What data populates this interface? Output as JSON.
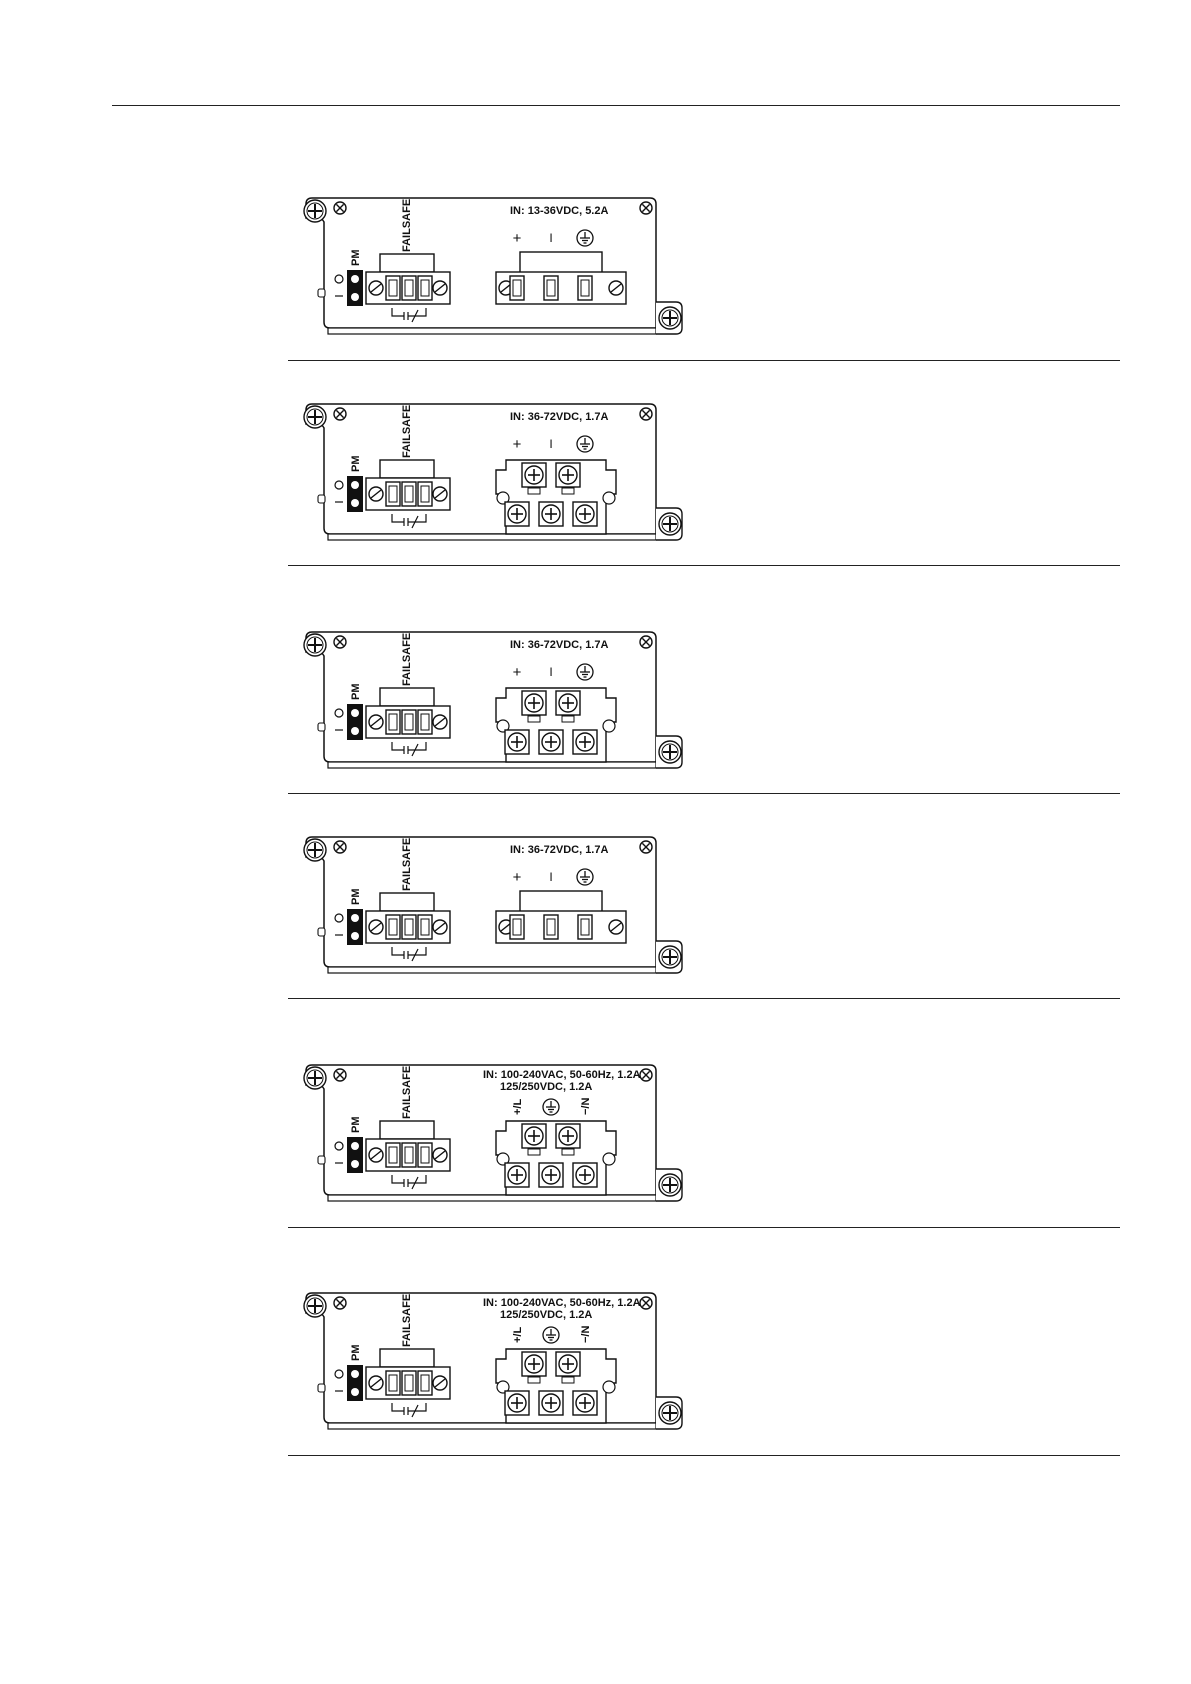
{
  "common": {
    "failsafe_label": "FAILSAFE",
    "pm_label": "PM",
    "o_marker": "O",
    "i_marker": "I",
    "earth_label": "⏚"
  },
  "modules": [
    {
      "id": "m1",
      "input": "IN: 13-36VDC, 5.2A",
      "input2": "",
      "terminals": [
        "+",
        "I",
        "⏚"
      ],
      "connector": "plug"
    },
    {
      "id": "m2",
      "input": "IN: 36-72VDC, 1.7A",
      "input2": "",
      "terminals": [
        "+",
        "I",
        "⏚"
      ],
      "connector": "screw"
    },
    {
      "id": "m3",
      "input": "IN: 36-72VDC, 1.7A",
      "input2": "",
      "terminals": [
        "+",
        "I",
        "⏚"
      ],
      "connector": "screw"
    },
    {
      "id": "m4",
      "input": "IN: 36-72VDC, 1.7A",
      "input2": "",
      "terminals": [
        "+",
        "I",
        "⏚"
      ],
      "connector": "plug"
    },
    {
      "id": "m5",
      "input": "IN: 100-240VAC, 50-60Hz, 1.2A",
      "input2": "125/250VDC, 1.2A",
      "terminals": [
        "+/L",
        "⏚",
        "−/N"
      ],
      "connector": "screw"
    },
    {
      "id": "m6",
      "input": "IN: 100-240VAC, 50-60Hz, 1.2A",
      "input2": "125/250VDC, 1.2A",
      "terminals": [
        "+/L",
        "⏚",
        "−/N"
      ],
      "connector": "screw"
    }
  ]
}
